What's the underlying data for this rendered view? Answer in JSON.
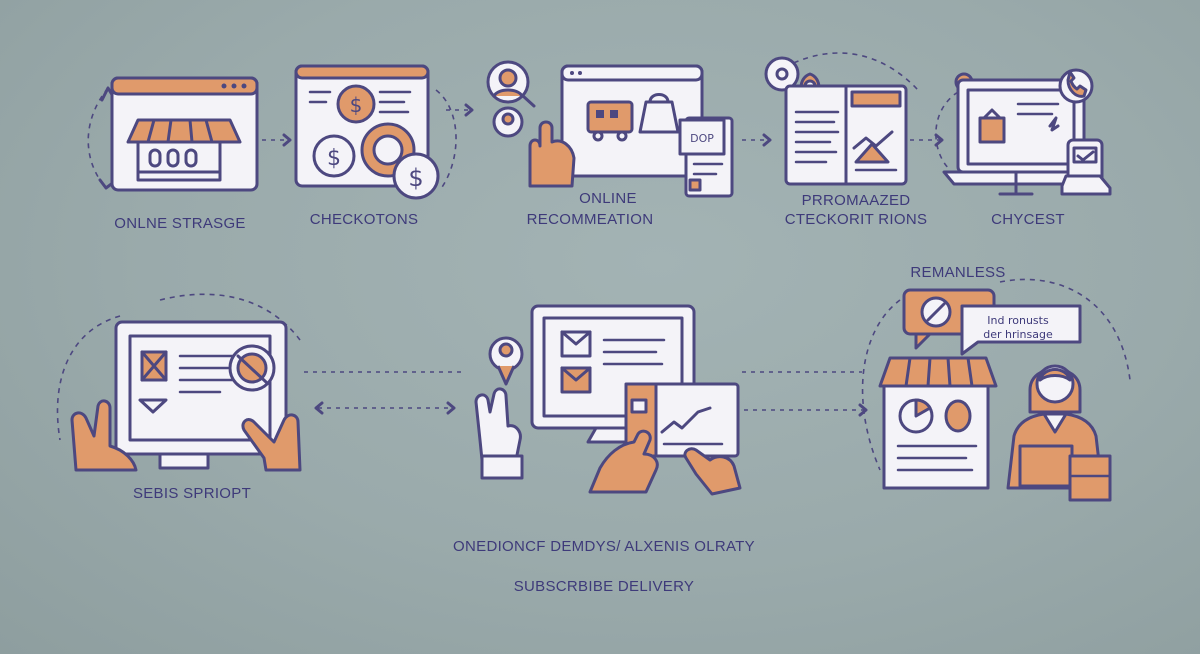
{
  "steps_top": [
    {
      "label": "ONLNE STRASGE",
      "icon": "storefront-browser-icon"
    },
    {
      "label": "CHECKOTONS",
      "icon": "checkout-coins-icon"
    },
    {
      "label": "ONLINE",
      "label2": "RECOMMEATION",
      "icon": "recommendation-touch-icon"
    },
    {
      "label": "PRROMAAZED",
      "label2": "CTECKORIT RIONS",
      "icon": "promo-newspaper-icon"
    },
    {
      "label": "CHYCEST",
      "icon": "laptop-phone-icon"
    }
  ],
  "steps_bottom": [
    {
      "label": "SEBIS SPRIOPT",
      "icon": "tablet-hands-icon"
    },
    {
      "label": "",
      "icon": "monitor-card-hand-icon"
    },
    {
      "label": "REMANLESS",
      "bubble_text": "Ind ronusts",
      "bubble_text2": "der hrinsage",
      "icon": "shop-assistant-icon"
    }
  ],
  "footer": {
    "line1": "ONEDIONCF DEMDYS/ ALXENIS OLRATY",
    "line2": "SUBSCRBIBE DELIVERY"
  },
  "colors": {
    "background": "#9eaeaf",
    "outline": "#4d4880",
    "accent": "#e09a6b",
    "panel": "#f4f3f8",
    "text": "#3e3a7a"
  }
}
